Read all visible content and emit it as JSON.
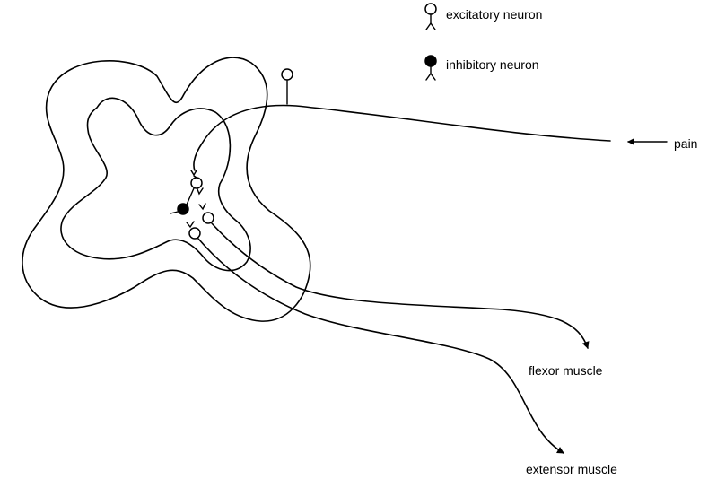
{
  "legend": {
    "excitatory_label": "excitatory neuron",
    "inhibitory_label": "inhibitory neuron"
  },
  "labels": {
    "pain": "pain",
    "flexor": "flexor muscle",
    "extensor": "extensor muscle"
  },
  "colors": {
    "ink": "#000000",
    "background": "#ffffff"
  }
}
